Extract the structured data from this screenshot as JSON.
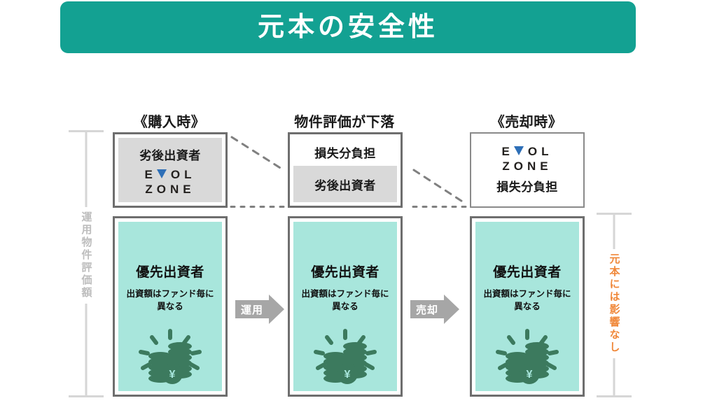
{
  "title": {
    "text": "元本の安全性",
    "background": "#13a192",
    "color": "#ffffff"
  },
  "columns": [
    {
      "header": "《購入時》",
      "top_box": {
        "style": "gray-panel",
        "label": "劣後出資者",
        "logo": {
          "line1": "EVOL",
          "line2": "ZONE",
          "v_color": "#2e6fb7"
        }
      }
    },
    {
      "header": "物件評価が下落",
      "top_box": {
        "style": "split",
        "label_top": "損失分負担",
        "label_bottom": "劣後出資者"
      }
    },
    {
      "header": "《売却時》",
      "top_box": {
        "style": "plain",
        "logo": {
          "line1": "EVOL",
          "line2": "ZONE",
          "v_color": "#2e6fb7"
        },
        "label": "損失分負担"
      }
    }
  ],
  "teal_box": {
    "title": "優先出資者",
    "subtitle": "出資額はファンド毎に異なる",
    "fill": "#a8e6dc",
    "icon": "coin-stack-yen-icon"
  },
  "arrows": [
    {
      "label": "運用",
      "color": "#a6a6a6"
    },
    {
      "label": "売却",
      "color": "#a6a6a6"
    }
  ],
  "brackets": {
    "left": {
      "label": "運用物件評価額",
      "color": "#bdbdbd"
    },
    "right": {
      "label": "元本には影響なし",
      "color": "#f0883a"
    }
  }
}
